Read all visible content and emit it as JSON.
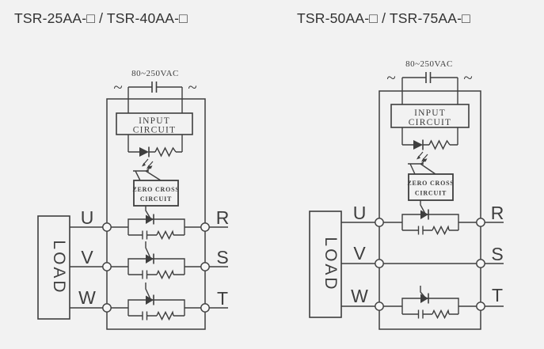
{
  "colors": {
    "background": "#f2f2f2",
    "line": "#3e3e3e",
    "text": "#323232"
  },
  "diagrams": [
    {
      "title": "TSR-25AA-□ / TSR-40AA-□",
      "voltage_rating": "80~250VAC",
      "ac_symbol_left": "~",
      "ac_symbol_right": "~",
      "input_circuit_line1": "INPUT",
      "input_circuit_line2": "CIRCUIT",
      "zero_cross_line1": "ZERO CROSS",
      "zero_cross_line2": "CIRCUIT",
      "load_label": "LOAD",
      "terminals_left": [
        "U",
        "V",
        "W"
      ],
      "terminals_right": [
        "R",
        "S",
        "T"
      ],
      "triac_phases": [
        "U",
        "V",
        "W"
      ]
    },
    {
      "title": "TSR-50AA-□ / TSR-75AA-□",
      "voltage_rating": "80~250VAC",
      "ac_symbol_left": "~",
      "ac_symbol_right": "~",
      "input_circuit_line1": "INPUT",
      "input_circuit_line2": "CIRCUIT",
      "zero_cross_line1": "ZERO CROSS",
      "zero_cross_line2": "CIRCUIT",
      "load_label": "LOAD",
      "terminals_left": [
        "U",
        "V",
        "W"
      ],
      "terminals_right": [
        "R",
        "S",
        "T"
      ],
      "triac_phases": [
        "U",
        "W"
      ]
    }
  ]
}
